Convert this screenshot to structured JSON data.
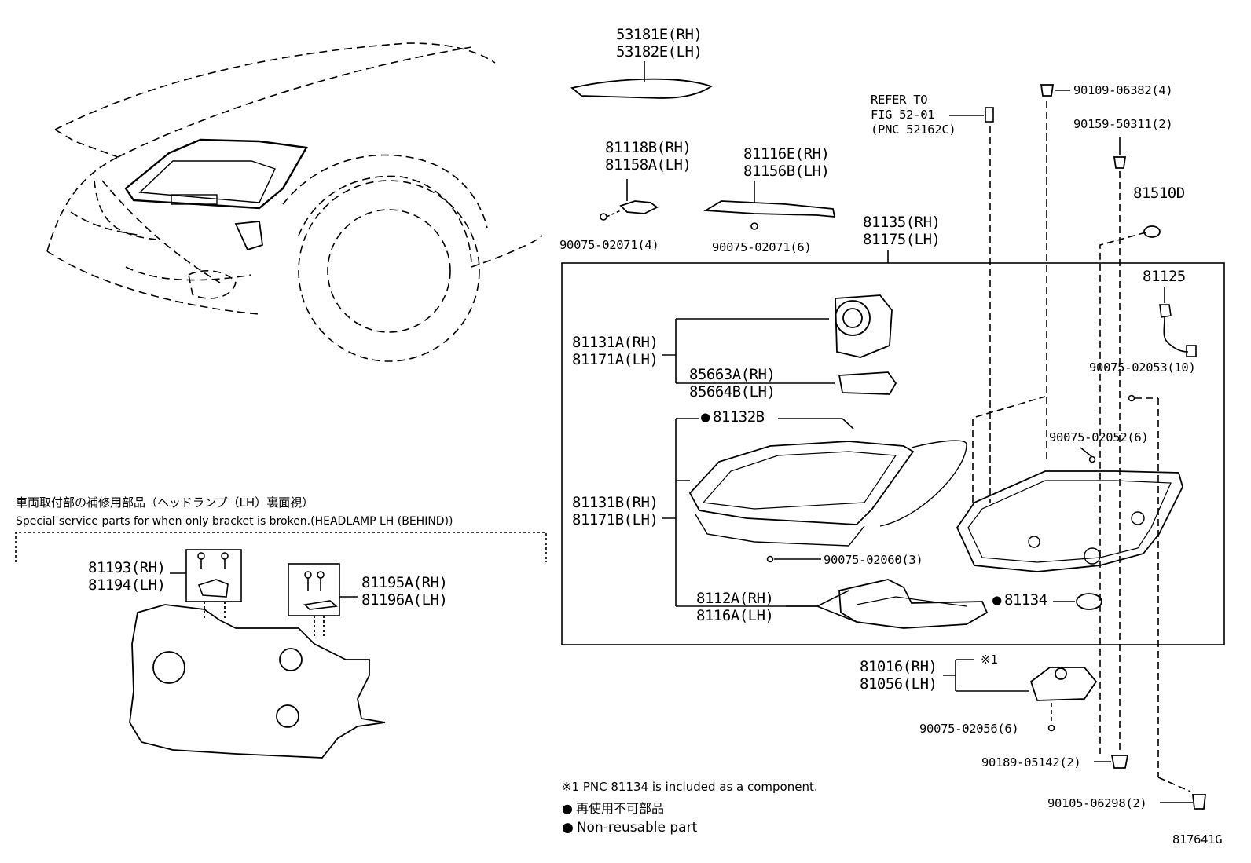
{
  "labels": {
    "p53181": "53181E(RH)",
    "p53182": "53182E(LH)",
    "refer1": "REFER TO",
    "refer2": "FIG 52-01",
    "refer3": "(PNC 52162C)",
    "p90109": "90109-06382(4)",
    "p90159": "90159-50311(2)",
    "p81510": "81510D",
    "p81118": "81118B(RH)",
    "p81158": "81158A(LH)",
    "p81116": "81116E(RH)",
    "p81156": "81156B(LH)",
    "p81135": "81135(RH)",
    "p81175": "81175(LH)",
    "p90075_071a": "90075-02071(4)",
    "p90075_071b": "90075-02071(6)",
    "p81125": "81125",
    "p81131a": "81131A(RH)",
    "p81171a": "81171A(LH)",
    "p85663": "85663A(RH)",
    "p85664": "85664B(LH)",
    "p90075_053": "90075-02053(10)",
    "p81132": "81132B",
    "p90075_052": "90075-02052(6)",
    "p81131b": "81131B(RH)",
    "p81171b": "81171B(LH)",
    "p90075_060": "90075-02060(3)",
    "p8112": "8112A(RH)",
    "p8116": "8116A(LH)",
    "p81134": "81134",
    "p81016": "81016(RH)",
    "p81056": "81056(LH)",
    "mark1": "※1",
    "p90075_056": "90075-02056(6)",
    "p90189": "90189-05142(2)",
    "p90105": "90105-06298(2)",
    "p81193": "81193(RH)",
    "p81194": "81194(LH)",
    "p81195": "81195A(RH)",
    "p81196": "81196A(LH)"
  },
  "service_note": {
    "jp": "車両取付部の補修用部品（ヘッドランプ（LH）裏面視）",
    "en": "Special service parts for when only bracket is broken.(HEADLAMP LH (BEHIND))"
  },
  "footnotes": {
    "note1": "※1 PNC 81134 is included as a component.",
    "jp": "再使用不可部品",
    "en": "Non-reusable part"
  },
  "figure_id": "817641G"
}
